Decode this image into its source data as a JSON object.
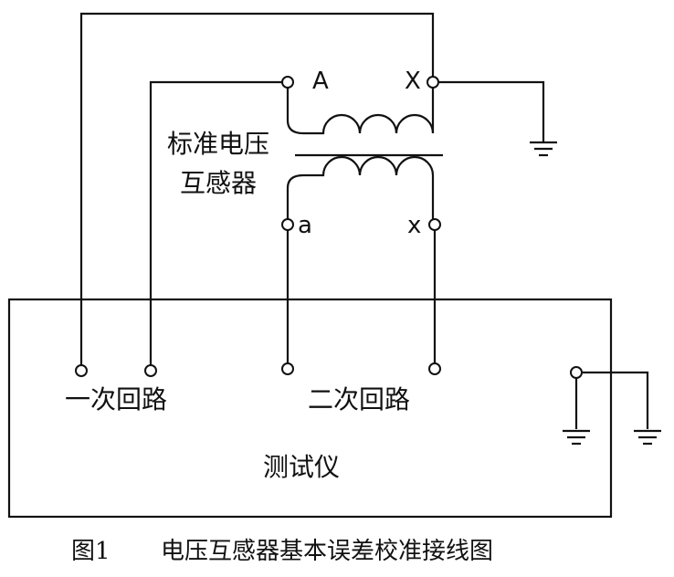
{
  "labels": {
    "terminal_A": "A",
    "terminal_X": "X",
    "terminal_a": "a",
    "terminal_x": "x",
    "transformer_line1": "标准电压",
    "transformer_line2": "互感器",
    "primary_loop": "一次回路",
    "secondary_loop": "二次回路",
    "tester": "测试仪"
  },
  "caption": {
    "number": "图1",
    "title": "电压互感器基本误差校准接线图"
  }
}
